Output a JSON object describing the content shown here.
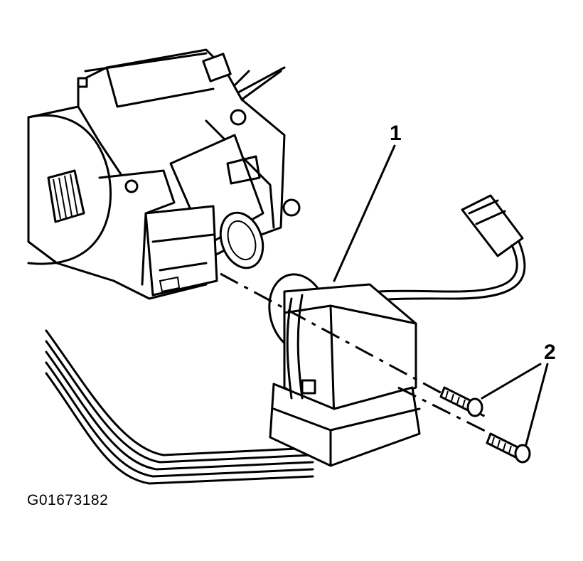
{
  "figure": {
    "id_label": "G01673182"
  },
  "callouts": [
    {
      "label": "1"
    },
    {
      "label": "2"
    }
  ]
}
